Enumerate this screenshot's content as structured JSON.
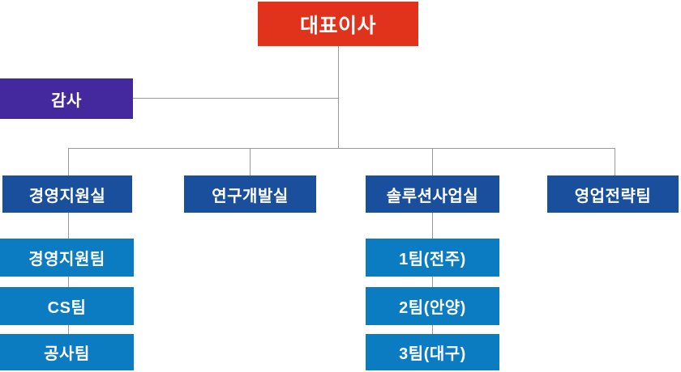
{
  "org_chart": {
    "ceo": "대표이사",
    "auditor": "감사",
    "divisions": [
      {
        "name": "경영지원실",
        "teams": [
          "경영지원팀",
          "CS팀",
          "공사팀"
        ]
      },
      {
        "name": "연구개발실",
        "teams": []
      },
      {
        "name": "솔루션사업실",
        "teams": [
          "1팀(전주)",
          "2팀(안양)",
          "3팀(대구)"
        ]
      },
      {
        "name": "영업전략팀",
        "teams": []
      }
    ],
    "colors": {
      "ceo": "#E1331B",
      "auditor": "#44289E",
      "division": "#1A4F9D",
      "team": "#0C7CC2",
      "connector": "#999999"
    }
  }
}
